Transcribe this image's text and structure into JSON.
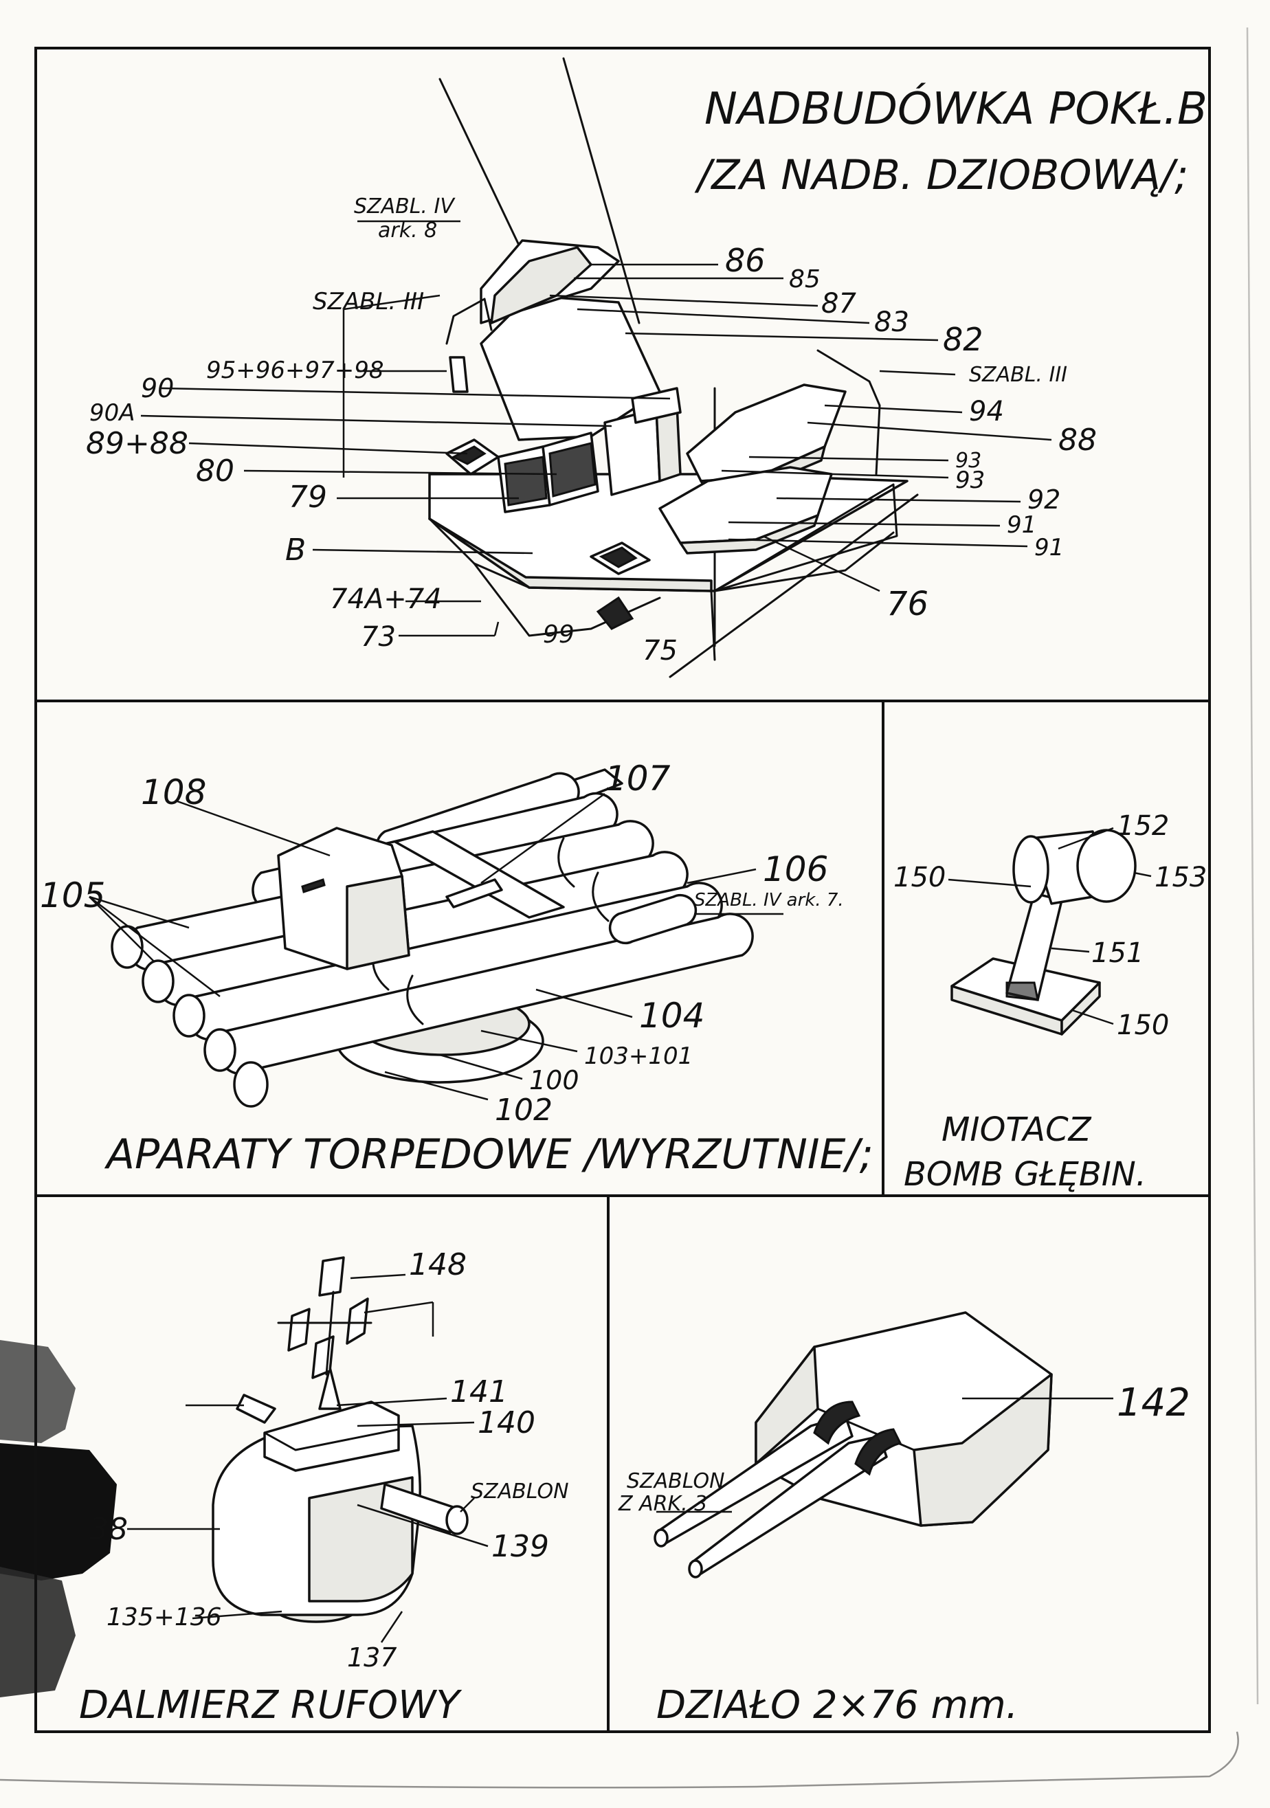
{
  "panels": {
    "superstructure": {
      "title_line1": "NADBUDÓWKA POKŁ.B",
      "title_line2": "/ZA NADB. DZIOBOWĄ/;",
      "template_iv": "SZABL. IV",
      "template_iv_sheet": "ark. 8",
      "template_iii_left": "SZABL. III",
      "template_iii_right": "SZABL. III",
      "labels": {
        "l86": "86",
        "l85": "85",
        "l87": "87",
        "l83": "83",
        "l82": "82",
        "l95": "95+96+97+98",
        "l90": "90",
        "l90a": "90A",
        "l89": "89+88",
        "l80": "80",
        "l79": "79",
        "lB": "B",
        "l74": "74A+74",
        "l73": "73",
        "l99": "99",
        "l75": "75",
        "l76": "76",
        "l94": "94",
        "l88": "88",
        "l93a": "93",
        "l93b": "93",
        "l92": "92",
        "l91a": "91",
        "l91b": "91"
      }
    },
    "torpedo": {
      "caption": "APARATY TORPEDOWE /WYRZUTNIE/;",
      "template": "SZABL. IV ark. 7.",
      "labels": {
        "l108": "108",
        "l107": "107",
        "l106": "106",
        "l105": "105",
        "l104": "104",
        "l103": "103+101",
        "l100": "100",
        "l102": "102"
      }
    },
    "depth_charge": {
      "caption_line1": "MIOTACZ",
      "caption_line2": "BOMB GŁĘBIN.",
      "labels": {
        "l152": "152",
        "l153": "153",
        "l150a": "150",
        "l151": "151",
        "l150b": "150"
      }
    },
    "rangefinder": {
      "caption": "DALMIERZ RUFOWY",
      "template": "SZABLON",
      "labels": {
        "l148": "148",
        "l141": "141",
        "l140": "140",
        "l38": "38",
        "l139": "139",
        "l135": "135+136",
        "l137": "137"
      }
    },
    "gun": {
      "caption": "DZIAŁO 2×76 mm.",
      "template_line1": "SZABLON",
      "template_line2": "Z ARK. 3",
      "labels": {
        "l142": "142"
      }
    }
  }
}
